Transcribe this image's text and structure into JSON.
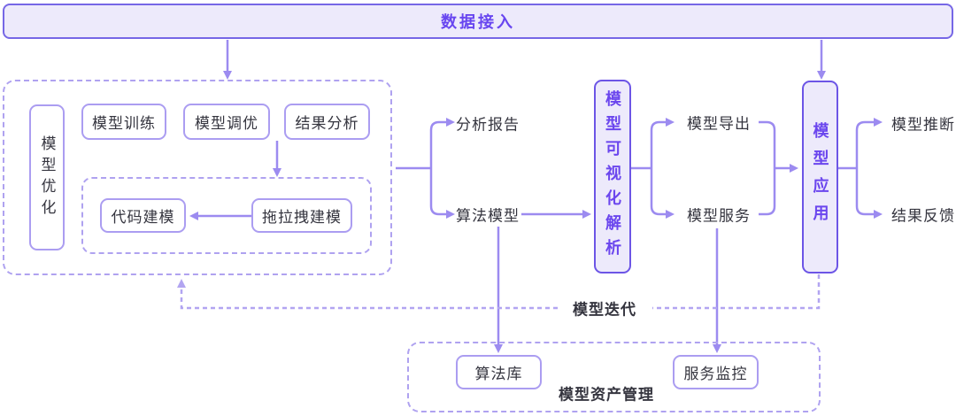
{
  "palette": {
    "accent_purple": "#6b46ee",
    "strong_border_purple": "#6c55e6",
    "light_border_purple": "#ab9df1",
    "connector_purple": "#9c8bf0",
    "dashed_purple": "#b2a5f1",
    "panel_fill": "#edeafb",
    "text_dark": "#35353f"
  },
  "banner": {
    "label": "数据接入"
  },
  "model_optimization": {
    "group_label": "模型优化",
    "steps": [
      "模型训练",
      "模型调优",
      "结果分析"
    ],
    "modeling": {
      "code": "代码建模",
      "drag": "拖拉拽建模"
    }
  },
  "outputs": {
    "report": "分析报告",
    "algorithm": "算法模型"
  },
  "visualization": {
    "label": "模型可视化解析"
  },
  "deployment": {
    "export": "模型导出",
    "service": "模型服务"
  },
  "application": {
    "label": "模型应用"
  },
  "application_outputs": {
    "inference": "模型推断",
    "feedback": "结果反馈"
  },
  "iteration": {
    "label": "模型迭代"
  },
  "asset_management": {
    "label": "模型资产管理",
    "algorithm_lib": "算法库",
    "service_monitor": "服务监控"
  }
}
